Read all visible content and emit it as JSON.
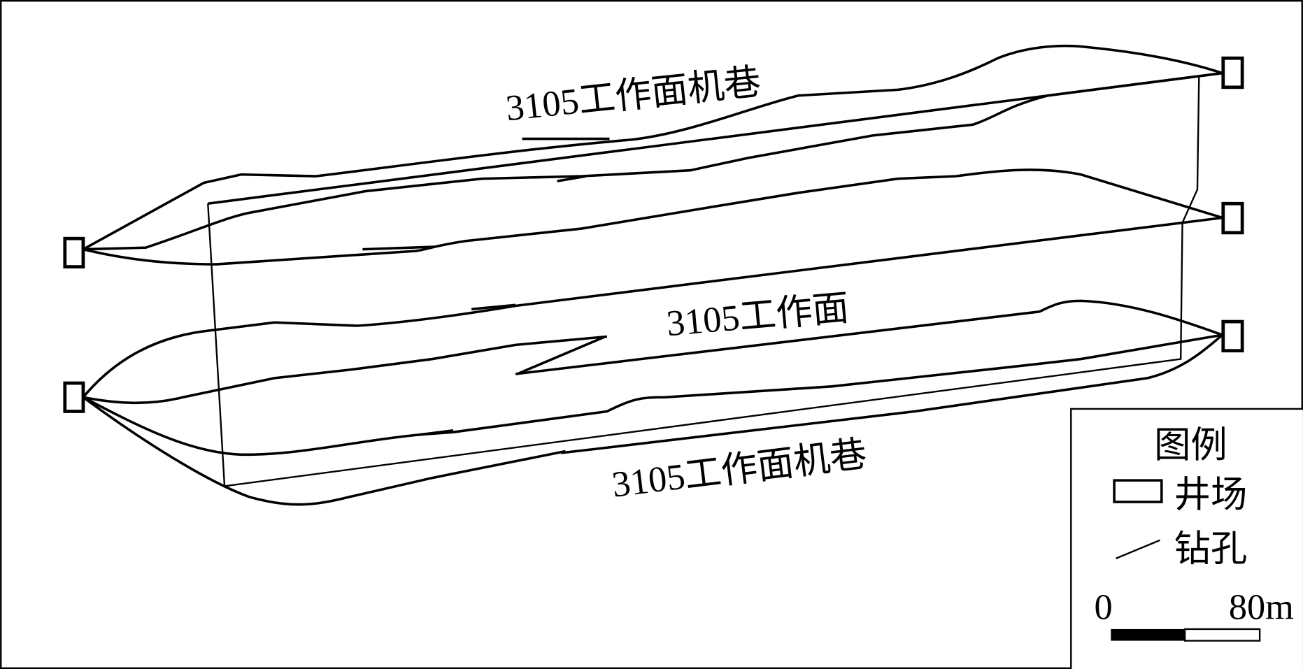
{
  "labels": {
    "top_roadway": "3105工作面机巷",
    "working_face": "3105工作面",
    "bottom_roadway": "3105工作面机巷"
  },
  "legend": {
    "title": "图例",
    "well_site": "井场",
    "borehole": "钻孔",
    "scale_start": "0",
    "scale_end": "80m"
  },
  "colors": {
    "line": "#000000",
    "background": "#ffffff"
  }
}
